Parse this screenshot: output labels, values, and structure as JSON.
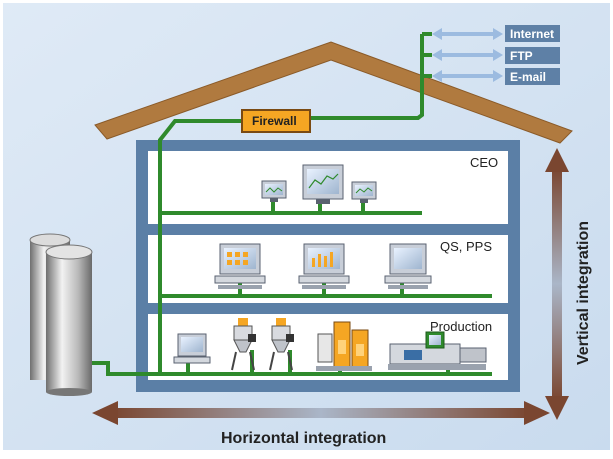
{
  "labels": {
    "internet": "Internet",
    "ftp": "FTP",
    "email": "E-mail",
    "firewall": "Firewall",
    "ceo": "CEO",
    "qs_pps": "QS, PPS",
    "production": "Production",
    "vertical": "Vertical integration",
    "horizontal": "Horizontal integration"
  },
  "colors": {
    "background": "#dbe8f5",
    "roof": "#b07a3f",
    "wall": "#5b7fa6",
    "network": "#2f8a2c",
    "arrow": "#7a4630",
    "firewall_fill": "#f5a623",
    "firewall_border": "#7a4a12",
    "service_box": "#5e80a6",
    "service_arrow": "#8fb0d8"
  },
  "icons": {
    "ceo_devices": [
      "monitor-icon",
      "monitor-icon",
      "monitor-icon"
    ],
    "qs_devices": [
      "desktop-computer-icon",
      "desktop-computer-icon",
      "desktop-computer-icon"
    ],
    "production_devices": [
      "desktop-computer-icon",
      "dryer-unit-icon",
      "dryer-unit-icon",
      "dosing-unit-icon",
      "molding-machine-icon"
    ],
    "storage": "silo-icon"
  }
}
